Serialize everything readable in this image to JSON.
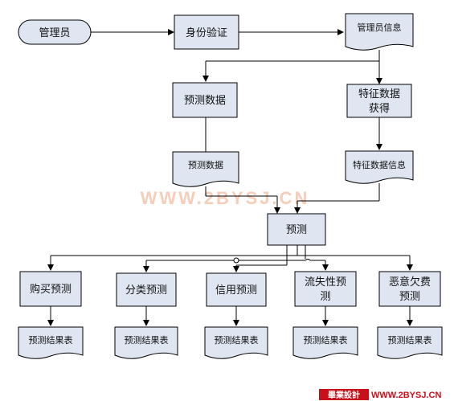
{
  "nodes": {
    "admin": "管理员",
    "auth": "身份验证",
    "admin_info": "管理员信息",
    "predict_data": "预测数据",
    "predict_data_doc": "预测数据",
    "feature_acq_1": "特征数据",
    "feature_acq_2": "获得",
    "feature_info": "特征数据信息",
    "predict": "预测",
    "purchase": "购买预测",
    "classify": "分类预测",
    "credit": "信用预测",
    "churn_1": "流失性预",
    "churn_2": "测",
    "arrears_1": "恶意欠费",
    "arrears_2": "预测",
    "result": "预测结果表"
  },
  "watermark": {
    "center": "WWW.2BYSJ.CN",
    "footer_brand": "畢業設計",
    "footer_url": "WWW.2BYSJ.CN"
  },
  "colors": {
    "box_fill": "#dfe6f2",
    "stroke": "#000000",
    "watermark": "#f5cdb8",
    "footer_red": "#c8101a"
  }
}
